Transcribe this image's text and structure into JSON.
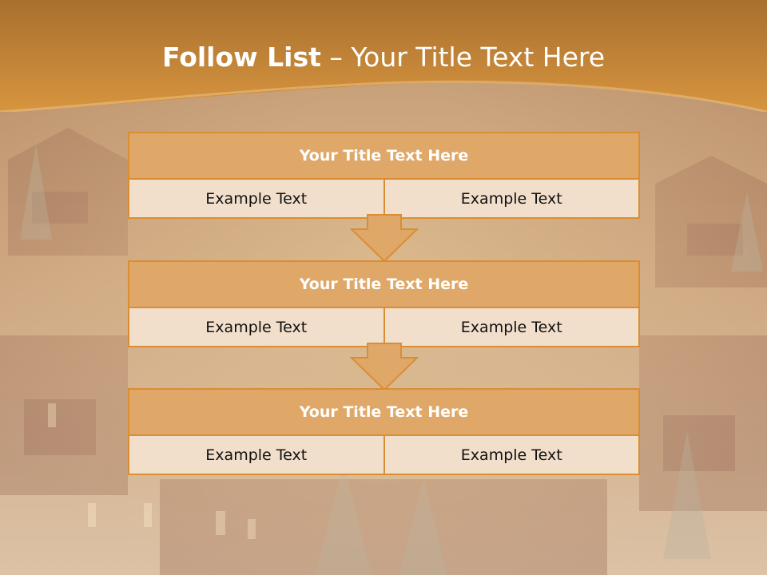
{
  "title": {
    "bold": "Follow List",
    "rest": " – Your Title Text Here"
  },
  "steps": [
    {
      "title": "Your Title Text Here",
      "left": "Example Text",
      "right": "Example Text"
    },
    {
      "title": "Your Title Text Here",
      "left": "Example Text",
      "right": "Example Text"
    },
    {
      "title": "Your Title Text Here",
      "left": "Example Text",
      "right": "Example Text"
    }
  ],
  "colors": {
    "accent": "#d98e34",
    "header_fill": "#dfa869",
    "cell_fill": "#f2dfcb"
  }
}
